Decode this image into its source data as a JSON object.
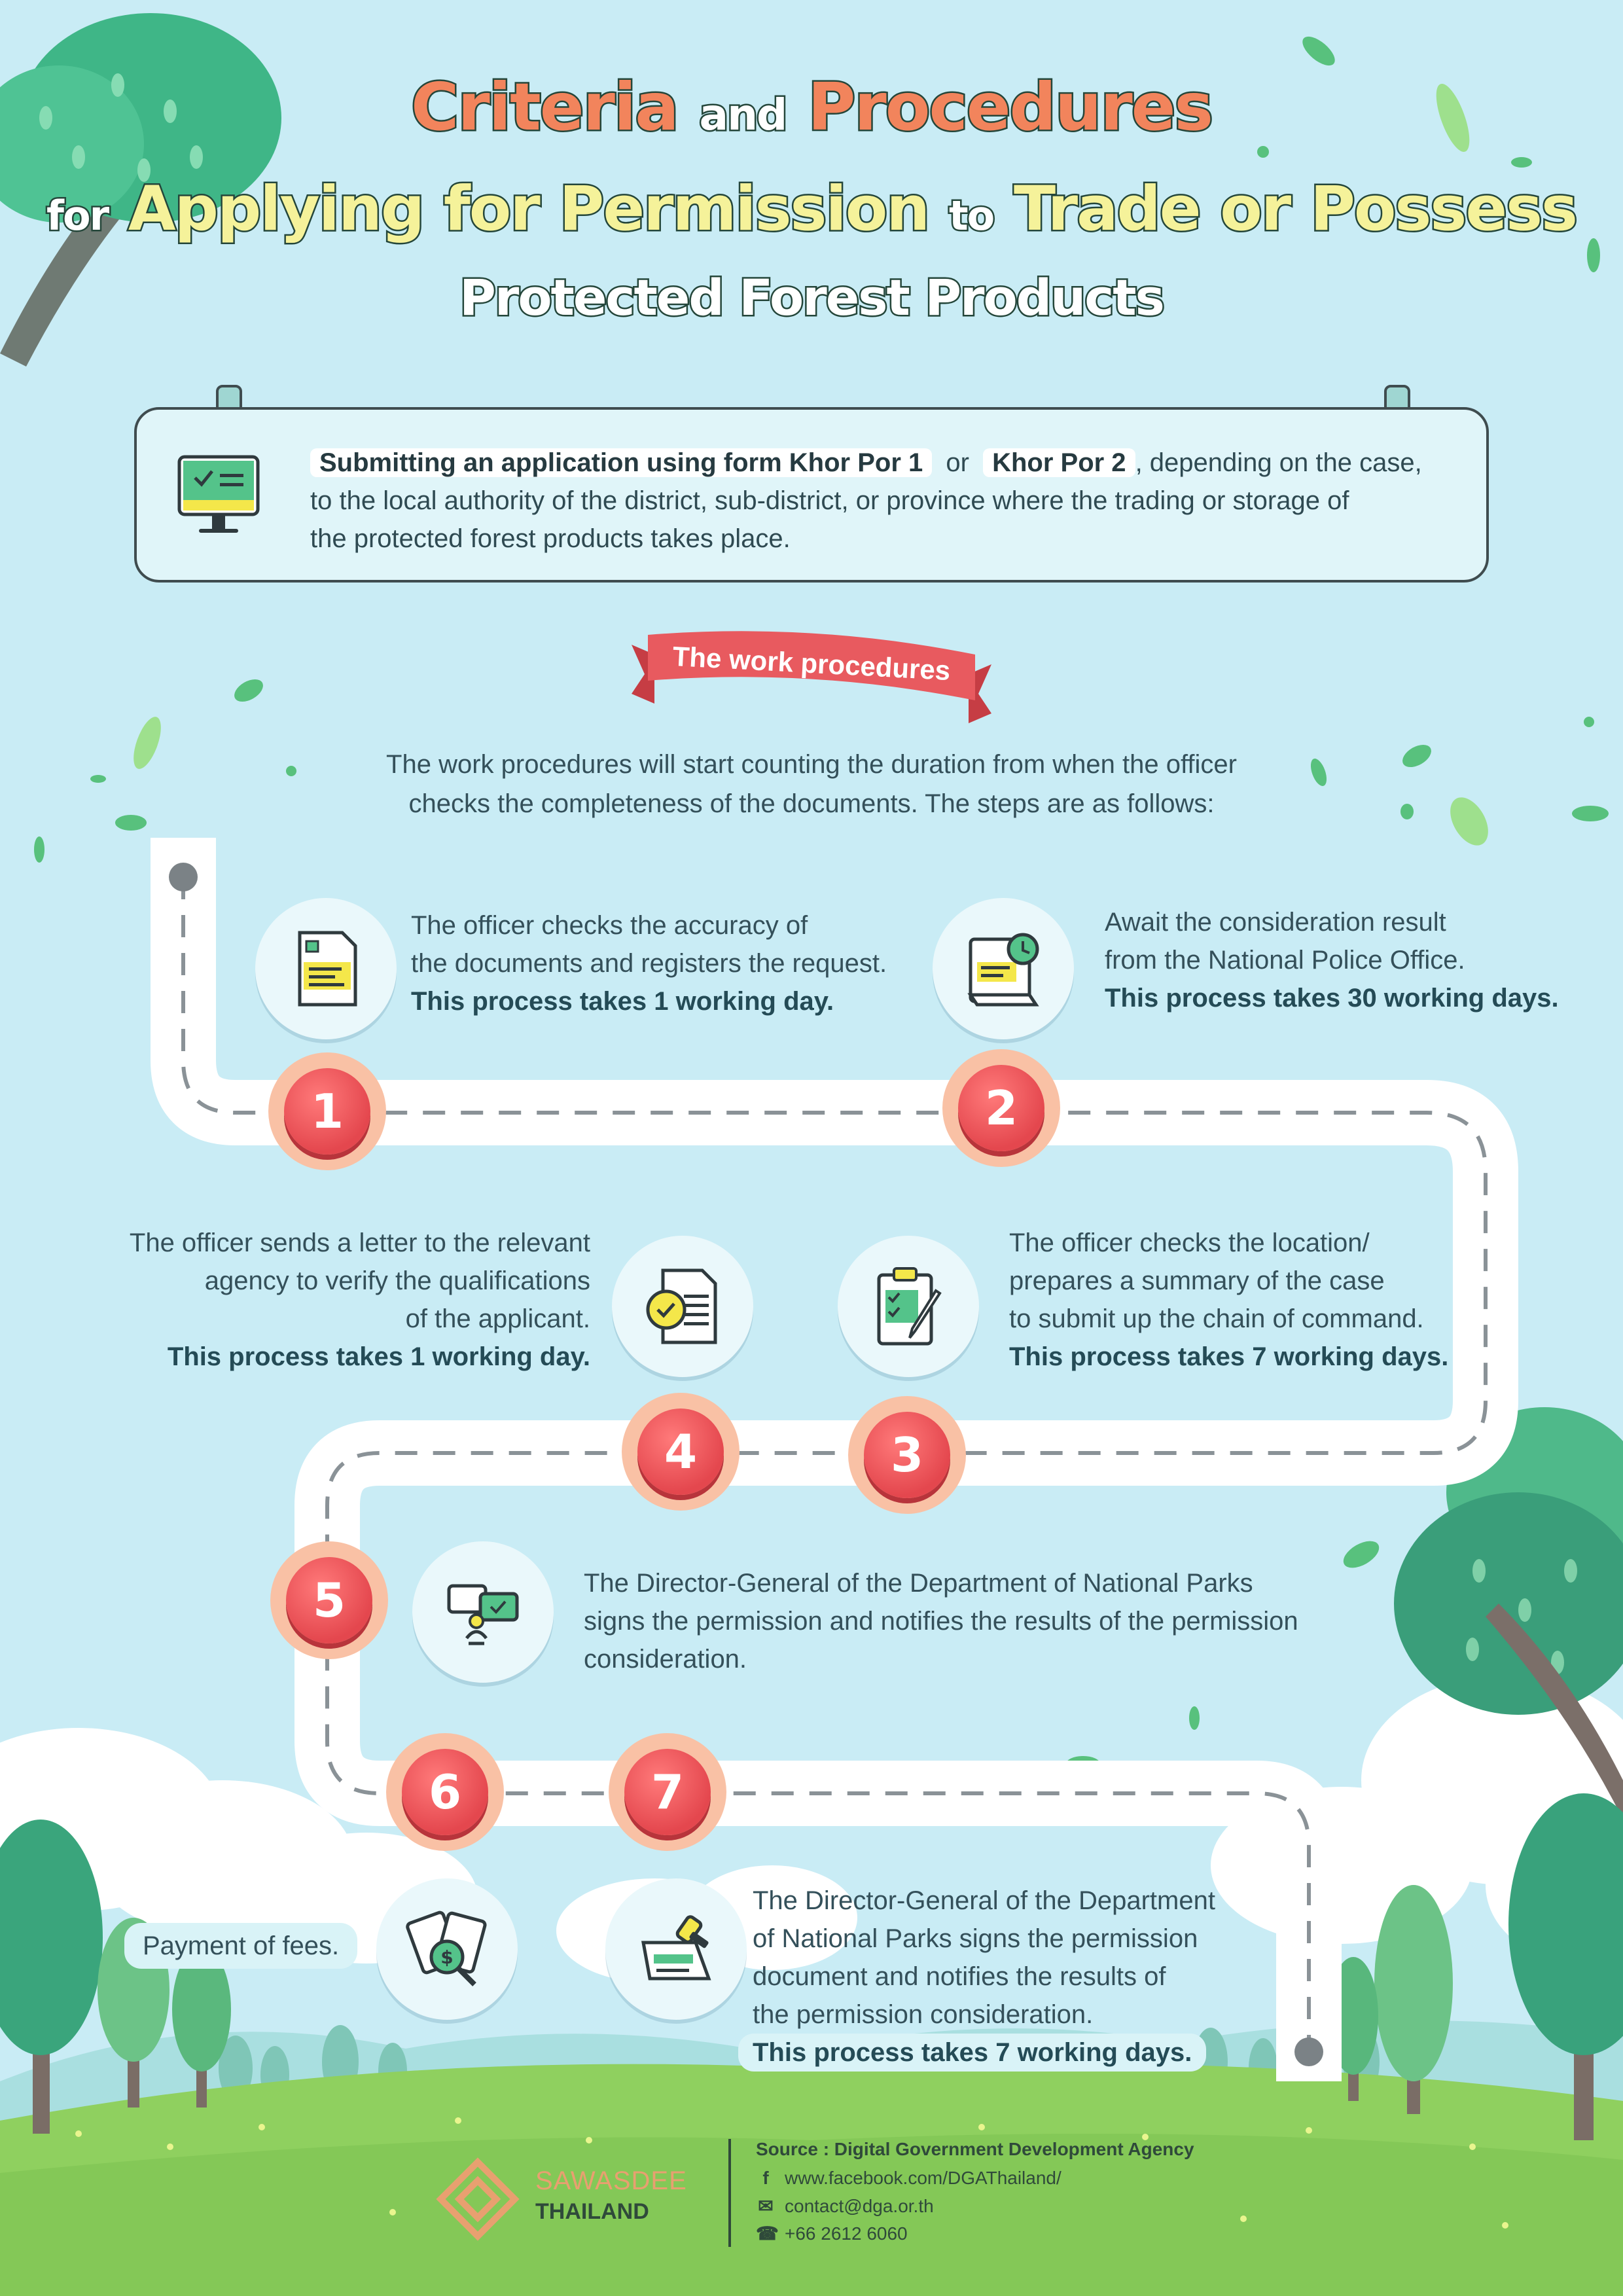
{
  "title": {
    "line1_word1": "Criteria",
    "line1_word2": "and",
    "line1_word3": "Procedures",
    "line2_word1": "for",
    "line2_word2": "Applying for Permission",
    "line2_word3": "to",
    "line2_word4": "Trade or Possess",
    "line3": "Protected Forest Products"
  },
  "info": {
    "highlight1": "Submitting an application using form Khor Por 1",
    "or": "or",
    "highlight2": "Khor Por 2",
    "rest1": ", depending on the case,",
    "rest2": "to the local authority of the district, sub-district, or province where the trading or storage of",
    "rest3": "the protected forest products takes place."
  },
  "ribbon": "The work procedures",
  "intro": {
    "line1": "The work procedures will start counting the duration from when the officer",
    "line2": "checks the completeness of the documents. The steps are as follows:"
  },
  "steps": [
    {
      "number": "1",
      "line1": "The officer checks the accuracy of",
      "line2": "the documents and registers the request.",
      "duration": "This process takes 1 working day."
    },
    {
      "number": "2",
      "line1": "Await the consideration result",
      "line2": "from the National Police Office.",
      "duration": "This process takes 30 working days."
    },
    {
      "number": "3",
      "line1": "The officer checks the location/",
      "line2": "prepares a summary of the case",
      "line3": "to submit up the chain of command.",
      "duration": "This process takes 7 working days."
    },
    {
      "number": "4",
      "line1": "The officer sends a letter to the relevant",
      "line2": "agency to verify the qualifications",
      "line3": "of the applicant.",
      "duration": "This process takes 1 working day."
    },
    {
      "number": "5",
      "line1": "The Director-General of the Department of National Parks",
      "line2": "signs the permission and notifies the results of the permission",
      "line3": "consideration."
    },
    {
      "number": "6",
      "line1": "Payment of fees."
    },
    {
      "number": "7",
      "line1": "The Director-General of the Department",
      "line2": "of National Parks signs the permission",
      "line3": "document and notifies the results of",
      "line4": "the permission consideration.",
      "duration": "This process takes 7 working days."
    }
  ],
  "footer": {
    "brand_line1": "SAWASDEE",
    "brand_line2": "THAILAND",
    "source": "Source : Digital Government Development Agency",
    "facebook": "www.facebook.com/DGAThailand/",
    "email": "contact@dga.or.th",
    "phone": "+66 2612 6060"
  },
  "colors": {
    "background": "#c9ecf5",
    "accent_red": "#e4474e",
    "title_orange": "#f2845c",
    "title_yellow": "#f5f29a",
    "grass": "#8ccf5e",
    "road": "#ffffff"
  },
  "icons": {
    "intro": "computer-checklist-icon",
    "step1": "document-icon",
    "step2": "document-clock-icon",
    "step3": "clipboard-pen-icon",
    "step4": "document-check-icon",
    "step5": "approval-network-icon",
    "step6": "money-search-icon",
    "step7": "stamp-document-icon",
    "footer_facebook": "facebook-icon",
    "footer_email": "email-icon",
    "footer_phone": "phone-icon"
  }
}
